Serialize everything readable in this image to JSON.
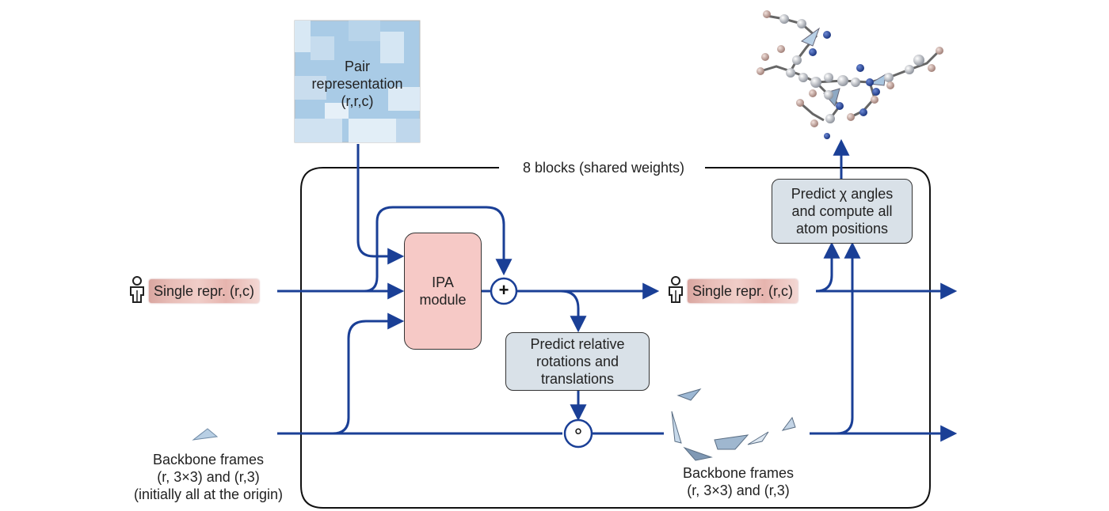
{
  "pair_representation": {
    "line1": "Pair",
    "line2": "representation",
    "line3": "(r,r,c)"
  },
  "loop_label": "8 blocks (shared weights)",
  "ipa_module": {
    "line1": "IPA",
    "line2": "module"
  },
  "predict_rel": {
    "line1": "Predict relative",
    "line2": "rotations and",
    "line3": "translations"
  },
  "predict_chi": {
    "line1": "Predict χ angles",
    "line2": "and compute all",
    "line3": "atom positions"
  },
  "single_repr_in": "Single repr. (r,c)",
  "single_repr_out": "Single repr. (r,c)",
  "backbone_in": {
    "line1": "Backbone frames",
    "line2": "(r, 3×3) and (r,3)",
    "line3": "(initially all at the origin)"
  },
  "backbone_out": {
    "line1": "Backbone frames",
    "line2": "(r, 3×3) and (r,3)"
  },
  "plus_symbol": "+",
  "compose_symbol": "∘",
  "colors": {
    "arrow": "#1a3f96",
    "ipa_fill": "#f6c9c6",
    "predict_fill": "#d9e1e8",
    "loop_border": "#111111",
    "pair_blue": "#a9cbe6"
  }
}
